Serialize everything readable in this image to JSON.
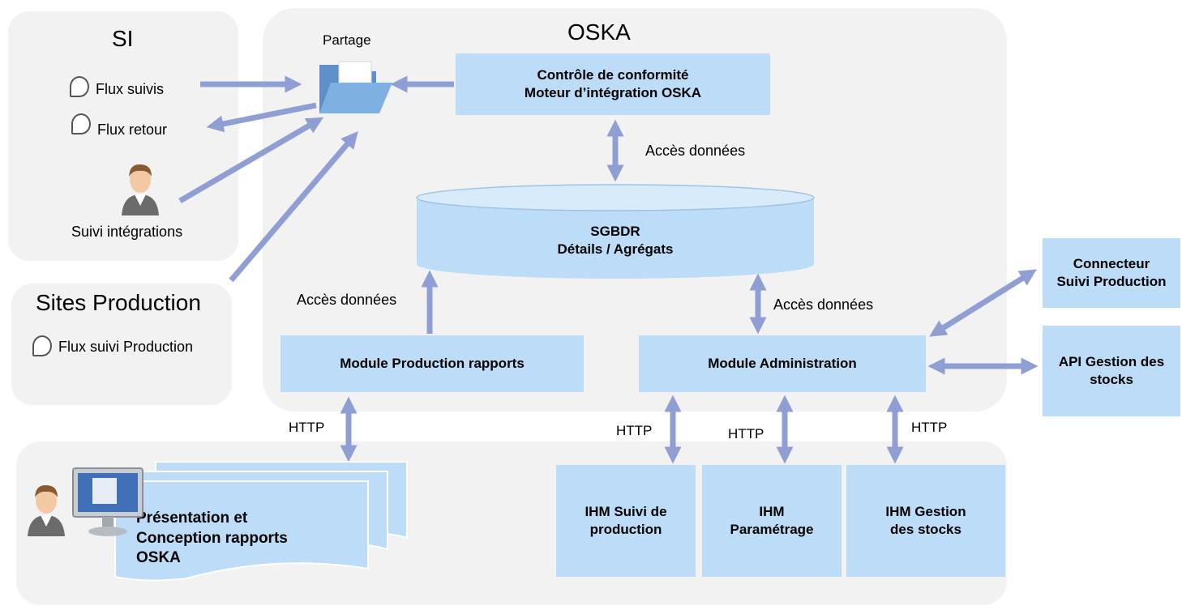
{
  "regions": {
    "si": {
      "title": "SI",
      "flux_suivis": "Flux suivis",
      "flux_retour": "Flux retour",
      "suivi_integrations": "Suivi intégrations"
    },
    "sites": {
      "title": "Sites Production",
      "flux": "Flux suivi Production"
    },
    "oska": {
      "title": "OSKA"
    }
  },
  "partage": "Partage",
  "controle": "Contrôle de conformité\nMoteur d’intégration OSKA",
  "sgbdr": "SGBDR\nDétails / Agrégats",
  "acces": [
    "Accès données",
    "Accès données",
    "Accès données"
  ],
  "module_production": "Module Production rapports",
  "module_admin": "Module Administration",
  "connecteur": "Connecteur\nSuivi Production",
  "api": "API Gestion des\nstocks",
  "http": [
    "HTTP",
    "HTTP",
    "HTTP",
    "HTTP"
  ],
  "ihm_suivi": "IHM Suivi de\nproduction",
  "ihm_param": "IHM\nParamétrage",
  "ihm_stocks": "IHM Gestion\ndes stocks",
  "presentation": "Présentation et\nConception rapports\nOSKA",
  "colors": {
    "box": "#bcdcf7",
    "region": "#f2f2f2",
    "arrow": "#8f9fd4"
  }
}
